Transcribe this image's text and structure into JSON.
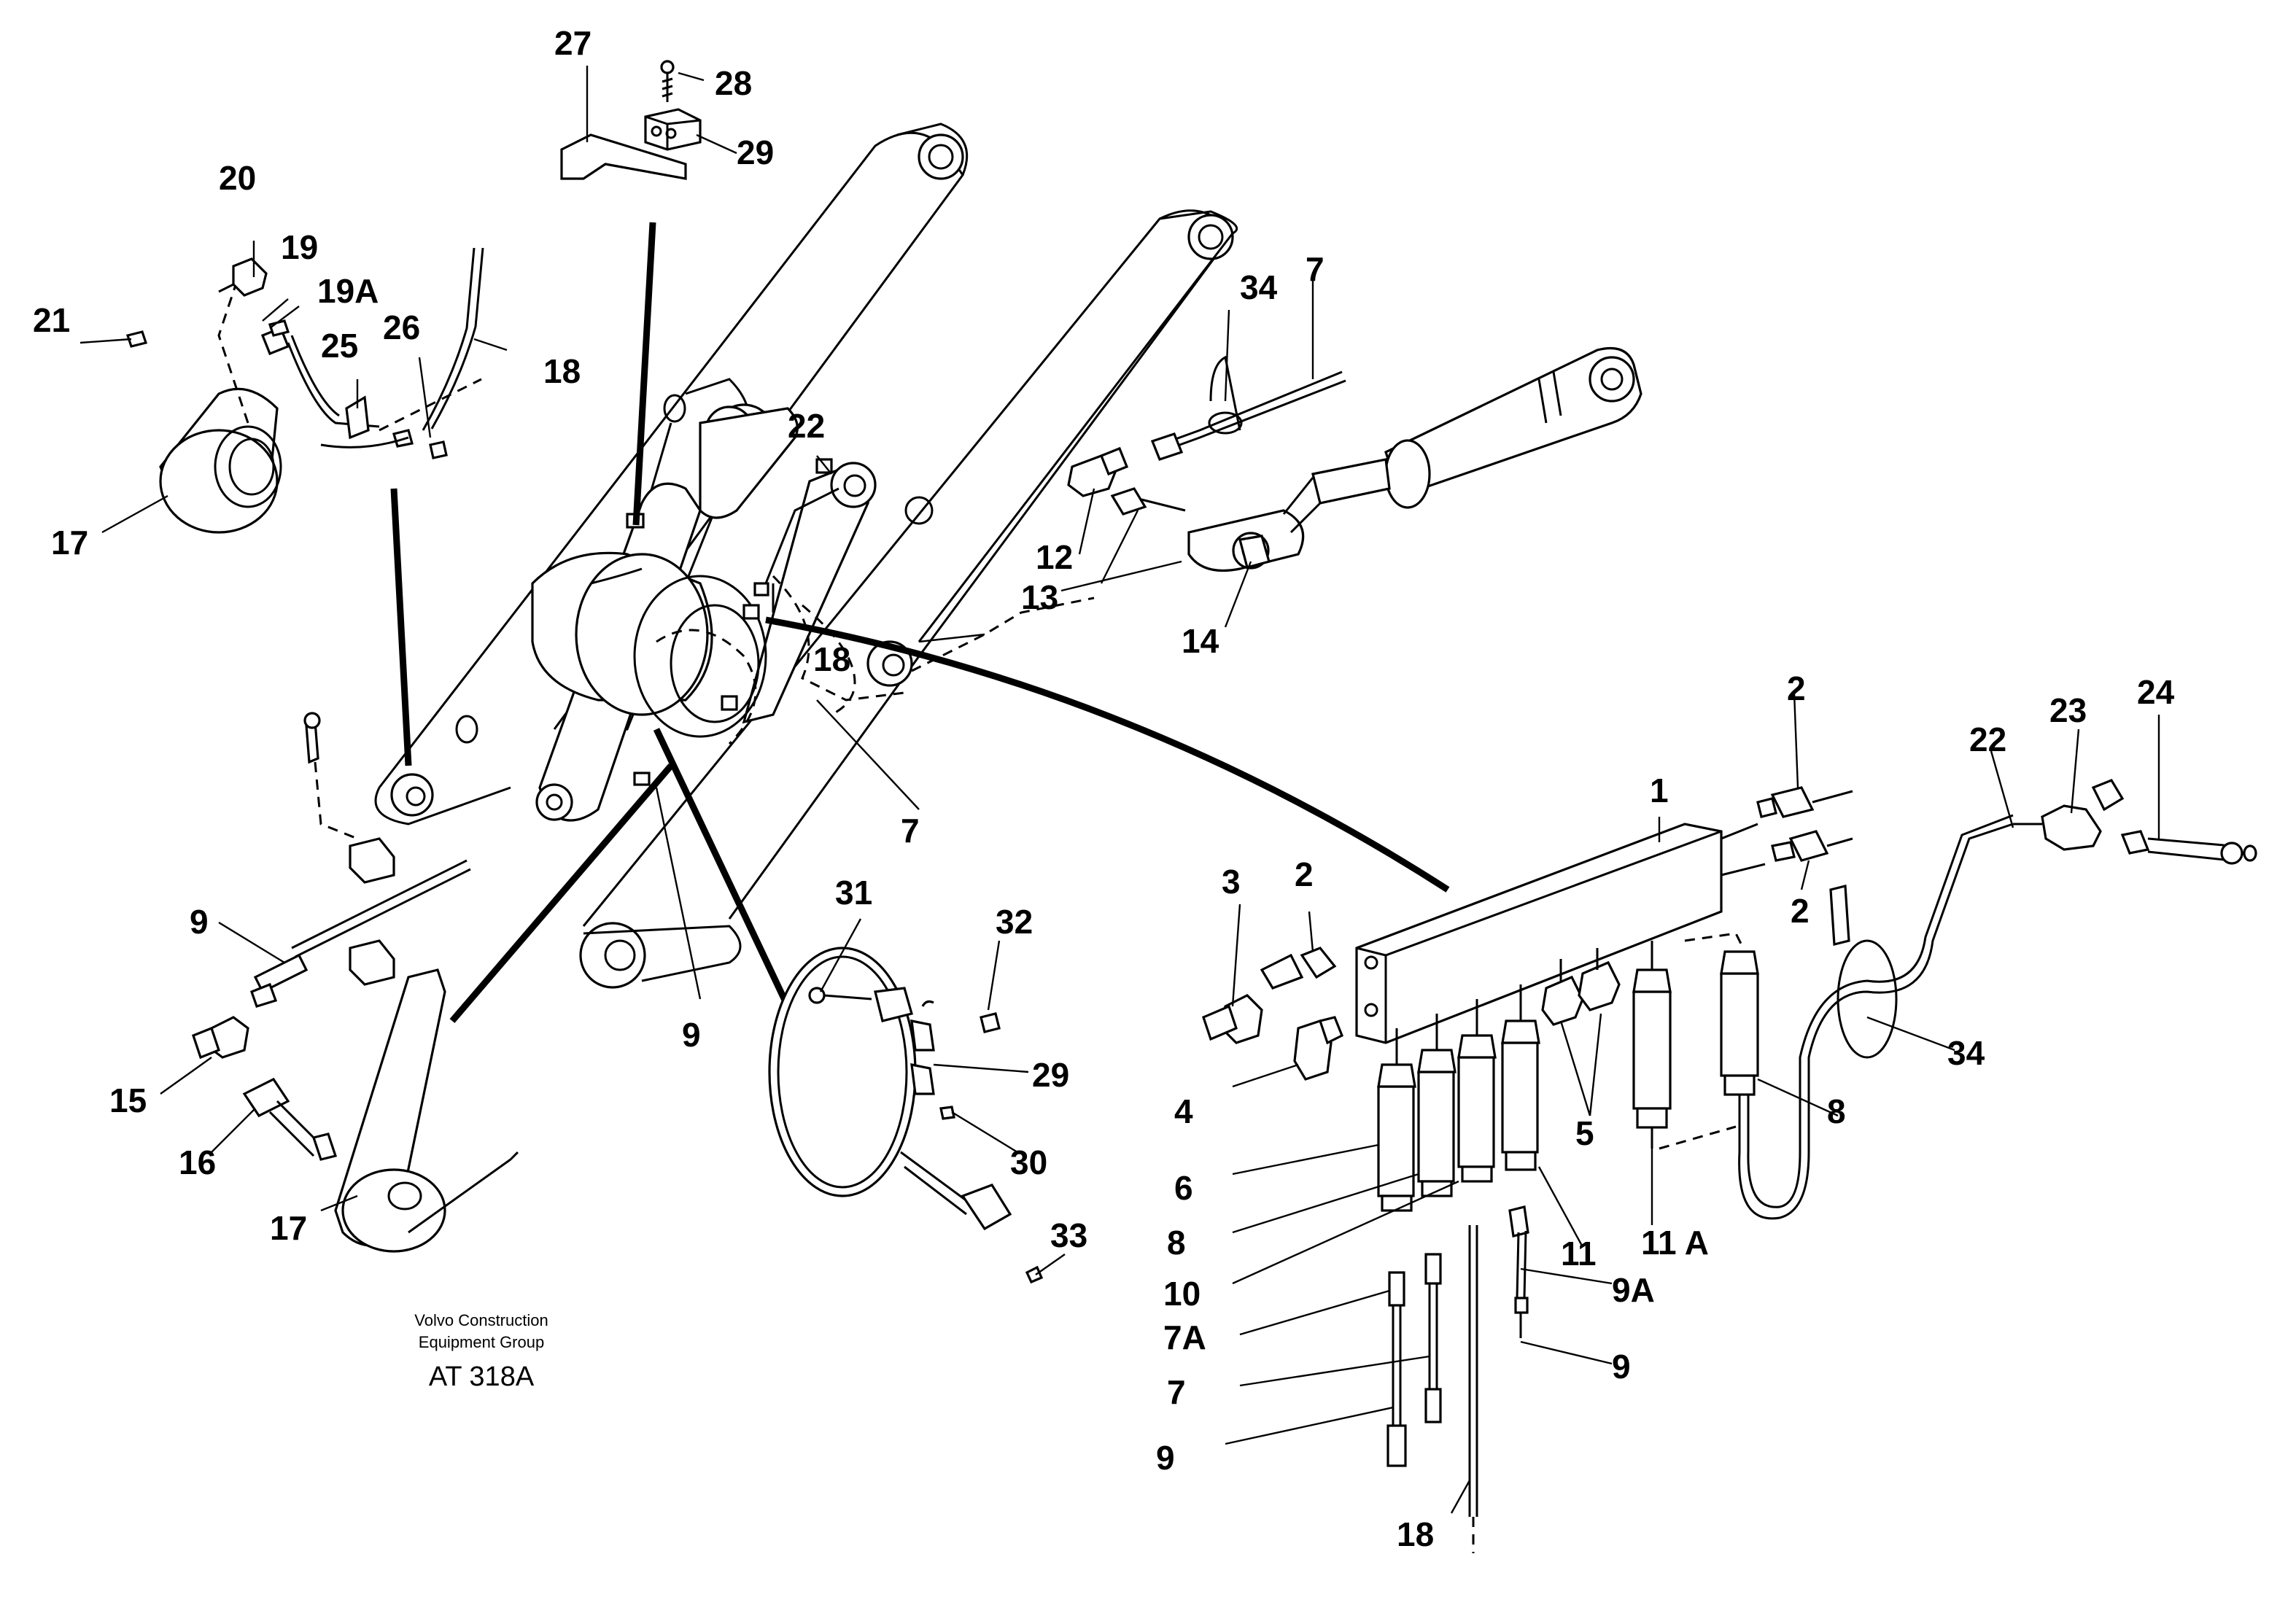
{
  "credit": {
    "line1": "Volvo Construction",
    "line2": "Equipment Group",
    "code": "AT 318A"
  },
  "callouts": {
    "c1": "1",
    "c2a": "2",
    "c2b": "2",
    "c2c": "2",
    "c3": "3",
    "c4": "4",
    "c5": "5",
    "c6": "6",
    "c7_top": "7",
    "c7_mid": "7",
    "c7_bottom": "7",
    "c7A": "7A",
    "c8a": "8",
    "c8b": "8",
    "c9_left": "9",
    "c9_center": "9",
    "c9_bottom": "9",
    "c9_right": "9",
    "c9A": "9A",
    "c10": "10",
    "c11": "11",
    "c11A": "11 A",
    "c12": "12",
    "c13": "13",
    "c14": "14",
    "c15": "15",
    "c16": "16",
    "c17_top": "17",
    "c17_bottom": "17",
    "c18_top": "18",
    "c18_mid": "18",
    "c18_bottom": "18",
    "c19": "19",
    "c19A": "19A",
    "c20": "20",
    "c21": "21",
    "c22_top": "22",
    "c22_right": "22",
    "c23": "23",
    "c24": "24",
    "c25": "25",
    "c26": "26",
    "c27": "27",
    "c28": "28",
    "c29_top": "29",
    "c29_clamp": "29",
    "c30": "30",
    "c31": "31",
    "c32": "32",
    "c33": "33",
    "c34_top": "34",
    "c34_right": "34"
  }
}
